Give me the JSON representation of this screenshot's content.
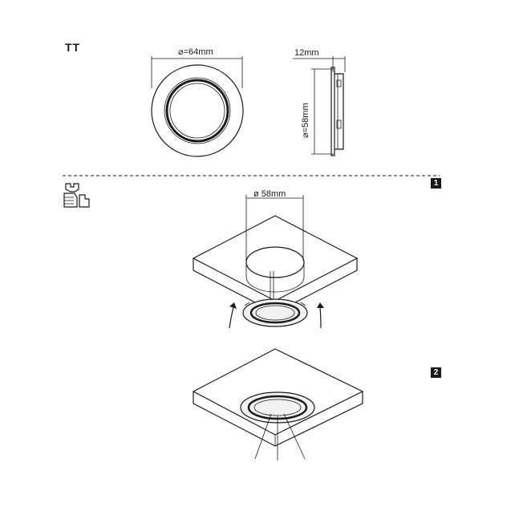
{
  "header": {
    "model_code": "TT"
  },
  "dimensions": {
    "outer_diameter": "⌀=64mm",
    "depth": "12mm",
    "body_diameter": "⌀=58mm",
    "cutout_diameter": "ø 58mm"
  },
  "steps": {
    "step1": "1",
    "step2": "2"
  },
  "icons": {
    "installation": "wrench-hand-icon"
  }
}
